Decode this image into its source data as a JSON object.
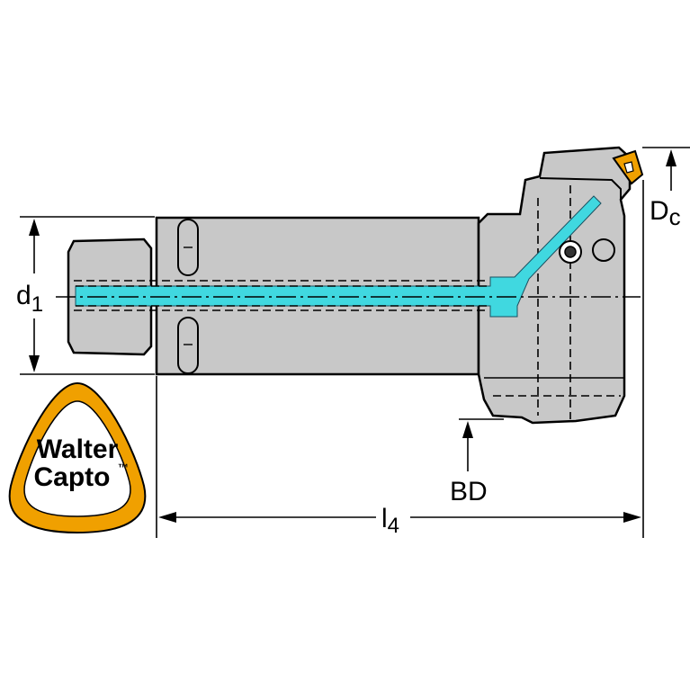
{
  "dimensions": {
    "d1": {
      "main": "d",
      "sub": "1"
    },
    "dc": {
      "main": "D",
      "sub": "c"
    },
    "bd": {
      "main": "BD"
    },
    "l4": {
      "main": "l",
      "sub": "4"
    }
  },
  "logo": {
    "line1": "Walter",
    "line2": "Capto",
    "mark": "™",
    "ring_color": "#f0a000"
  },
  "colors": {
    "body_fill": "#c8c8c8",
    "coolant": "#40d8e0",
    "insert_fill": "#f0a000",
    "outline": "#000000"
  }
}
